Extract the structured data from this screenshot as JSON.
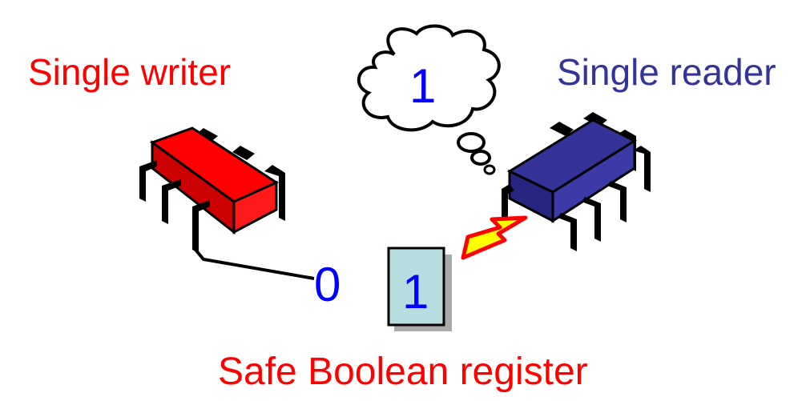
{
  "labels": {
    "writer": "Single writer",
    "reader": "Single reader",
    "register_caption": "Safe Boolean register"
  },
  "values": {
    "thought": "1",
    "register": "1",
    "written": "0"
  },
  "colors": {
    "writer": "#ff0000",
    "reader": "#333399",
    "digit": "#0000ff",
    "register_fill": "#b8dde0",
    "bolt": "#ff0000",
    "bolt_core": "#ffff00"
  },
  "icons": {
    "writer": "red-chip-icon",
    "reader": "blue-chip-icon",
    "thought": "thought-bubble-icon",
    "conflict": "lightning-icon"
  }
}
